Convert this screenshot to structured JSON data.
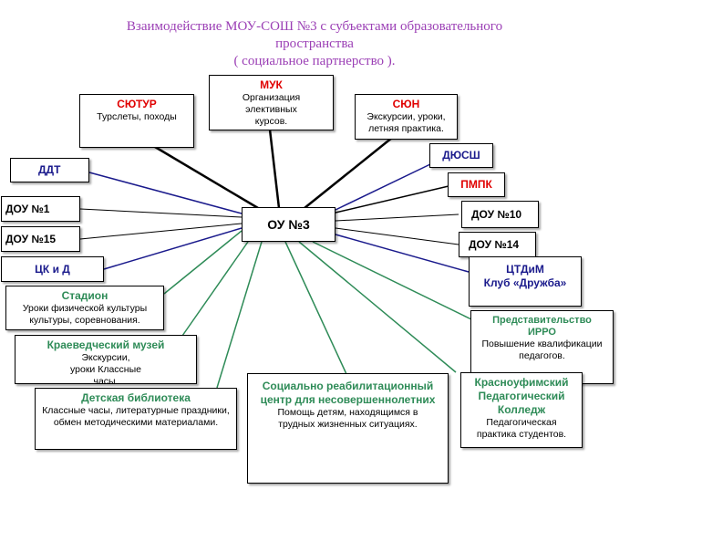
{
  "title": {
    "line1": "Взаимодействие МОУ-СОШ №3 с субъектами образовательного",
    "line2": "пространства",
    "line3": "( социальное партнерство )."
  },
  "center": {
    "label": "ОУ №3"
  },
  "nodes": {
    "syutur": {
      "title": "СЮТУР",
      "text": "Турслеты, походы"
    },
    "muk": {
      "title": "МУК",
      "text": "Организация элективных курсов."
    },
    "syun": {
      "title": "СЮН",
      "text": "Экскурсии, уроки, летняя практика."
    },
    "dyussh": {
      "title": "ДЮСШ"
    },
    "pmpk": {
      "title": "ПМПК"
    },
    "ddt": {
      "title": "ДДТ"
    },
    "dou1": {
      "title": "ДОУ №1"
    },
    "dou15": {
      "title": "ДОУ №15"
    },
    "ckd": {
      "title": "ЦК и Д"
    },
    "dou10": {
      "title": "ДОУ №10"
    },
    "dou14": {
      "title": "ДОУ №14"
    },
    "ctdim": {
      "title": "ЦТДиМ",
      "subtitle": "Клуб «Дружба»"
    },
    "stadion": {
      "title": "Стадион",
      "text": "Уроки физической культуры культуры, соревнования."
    },
    "muzey": {
      "title": "Краеведческий музей",
      "text": "Экскурсии, уроки Классные часы."
    },
    "biblioteka": {
      "title": "Детская библиотека",
      "text": "Классные часы, литературные праздники, обмен методическими материалами."
    },
    "src": {
      "title": "Социально реабилитационный центр для несовершеннолетних",
      "text": "Помощь детям, находящимся в трудных жизненных ситуациях."
    },
    "irro": {
      "title": "Представительство ИРРО",
      "text": "Повышение квалификации педагогов."
    },
    "college": {
      "title": "Красноуфимский Педагогический Колледж",
      "text": "Педагогическая практика студентов."
    }
  },
  "colors": {
    "black_link": "#000000",
    "blue_link": "#1a1a8c",
    "green_link": "#2e8b57",
    "title": "#9b3fb5",
    "red_text": "#e00000"
  }
}
